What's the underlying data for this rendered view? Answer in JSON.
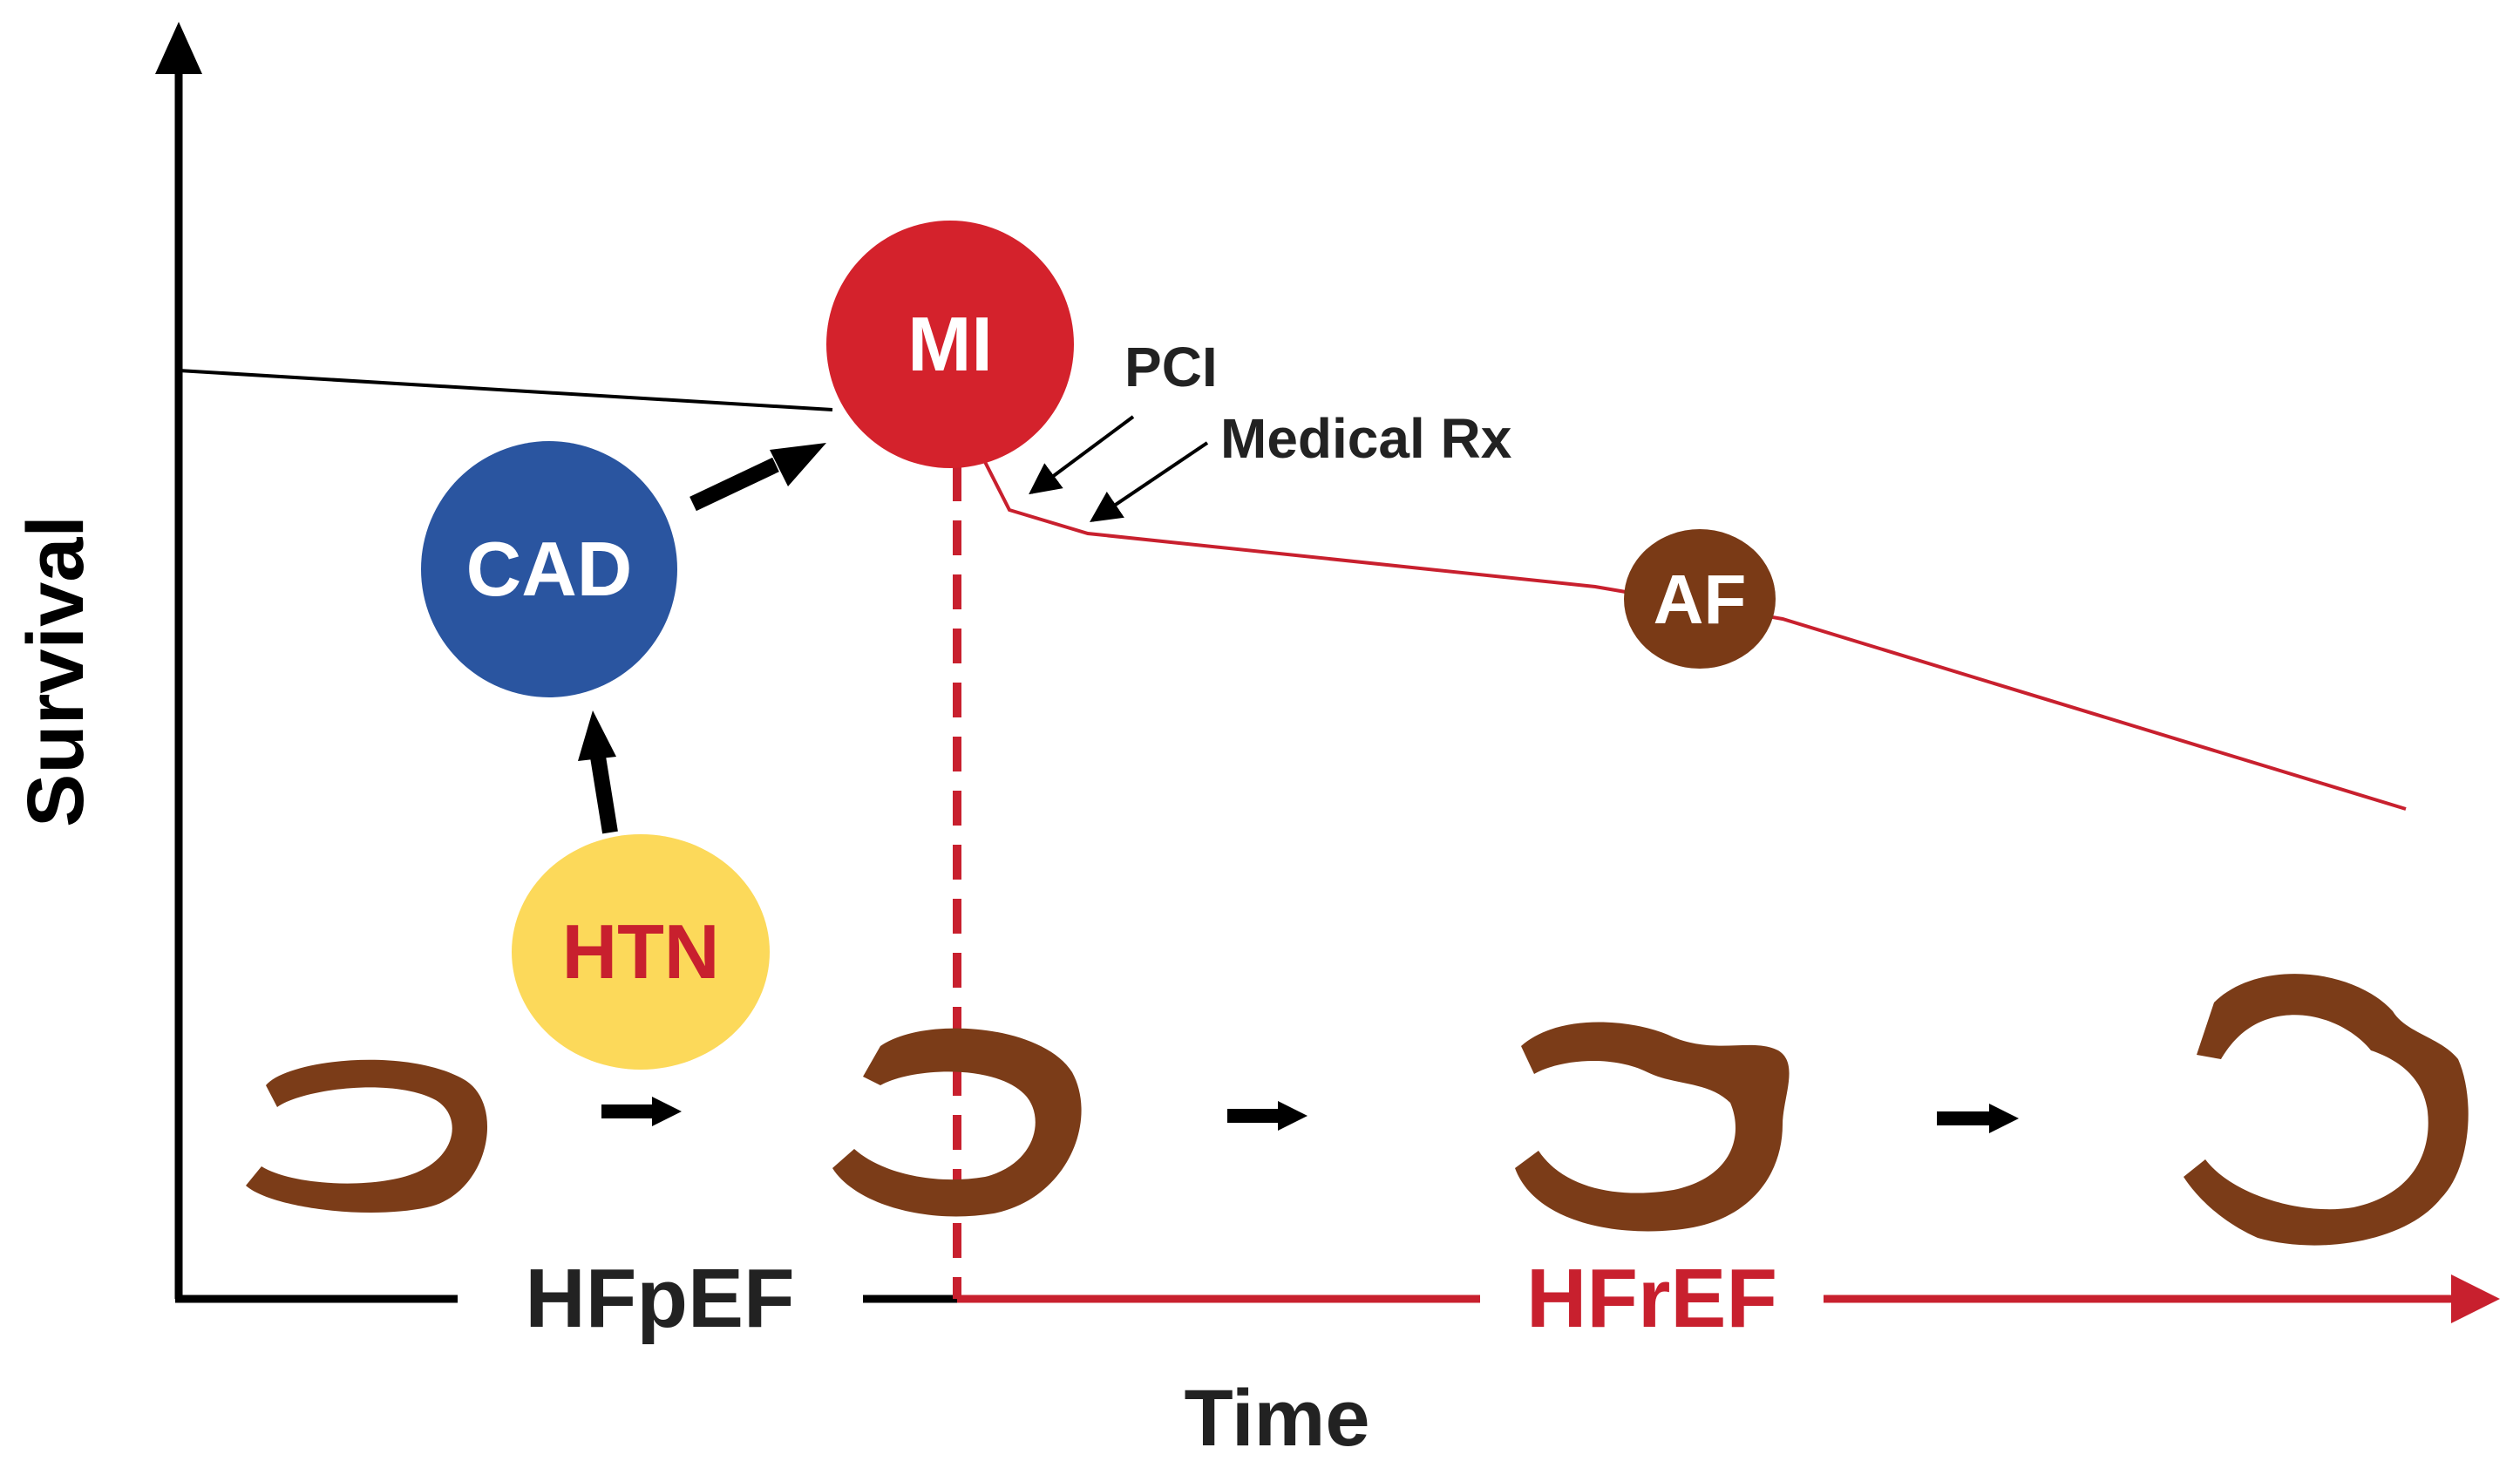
{
  "axes": {
    "y_label": "Survival",
    "x_label": "Time"
  },
  "phases": {
    "preserved": "HFpEF",
    "reduced": "HFrEF"
  },
  "nodes": {
    "mi": "MI",
    "cad": "CAD",
    "htn": "HTN",
    "af": "AF"
  },
  "treatments": {
    "pci": "PCI",
    "medical": "Medical Rx"
  },
  "colors": {
    "black": "#000000",
    "red": "#c8202e",
    "mi_fill": "#d4222c",
    "cad_fill": "#2a55a0",
    "htn_fill": "#fcd95a",
    "htn_text": "#c8202e",
    "af_fill": "#7a3a16",
    "heart_fill": "#7b3c18"
  }
}
